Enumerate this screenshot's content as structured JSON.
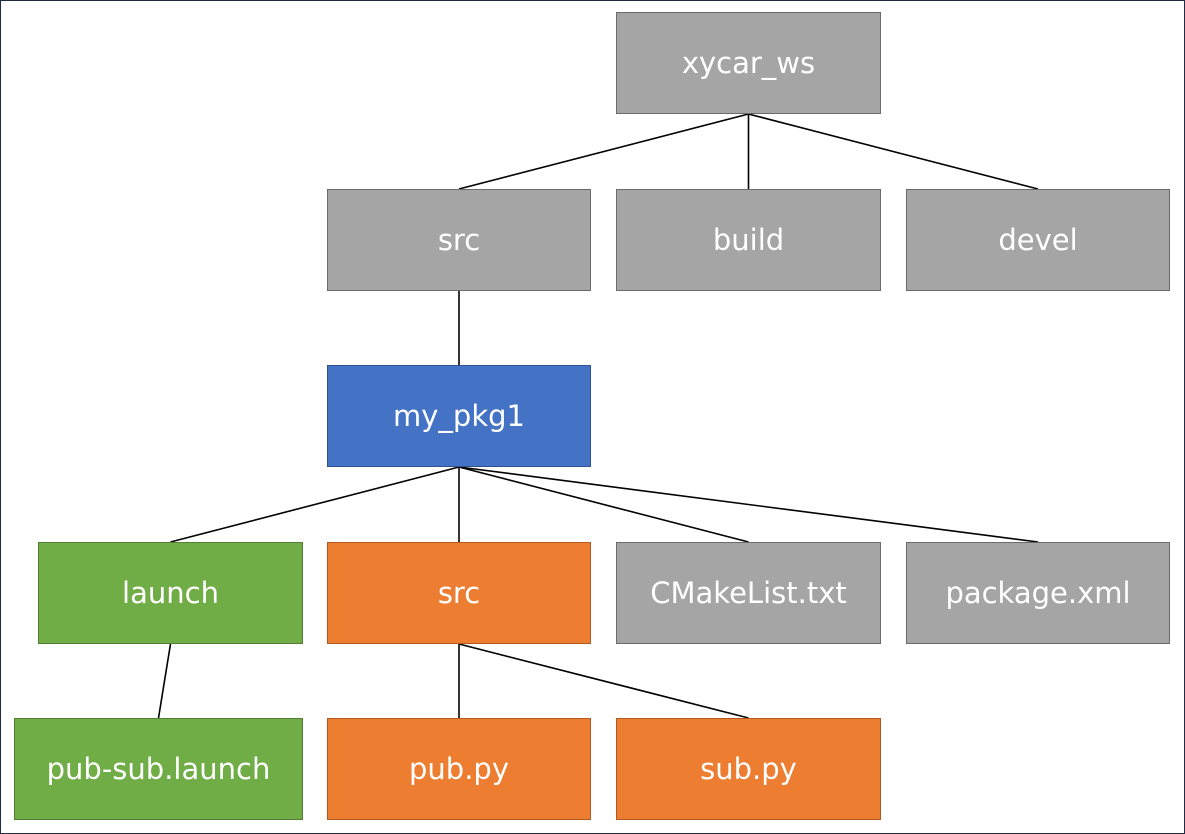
{
  "diagram": {
    "colors": {
      "folder_gray": "#a5a5a5",
      "package_blue": "#4472c4",
      "launch_green": "#70ad47",
      "source_orange": "#ed7d31",
      "edge": "#000000"
    },
    "nodes": {
      "root": "xycar_ws",
      "src": "src",
      "build": "build",
      "devel": "devel",
      "pkg": "my_pkg1",
      "launch": "launch",
      "pkg_src": "src",
      "cmake": "CMakeList.txt",
      "package_xml": "package.xml",
      "launch_file": "pub-sub.launch",
      "pub": "pub.py",
      "sub": "sub.py"
    },
    "edges": [
      [
        "root",
        "src"
      ],
      [
        "root",
        "build"
      ],
      [
        "root",
        "devel"
      ],
      [
        "src",
        "pkg"
      ],
      [
        "pkg",
        "launch"
      ],
      [
        "pkg",
        "pkg_src"
      ],
      [
        "pkg",
        "cmake"
      ],
      [
        "pkg",
        "package_xml"
      ],
      [
        "launch",
        "launch_file"
      ],
      [
        "pkg_src",
        "pub"
      ],
      [
        "pkg_src",
        "sub"
      ]
    ]
  }
}
